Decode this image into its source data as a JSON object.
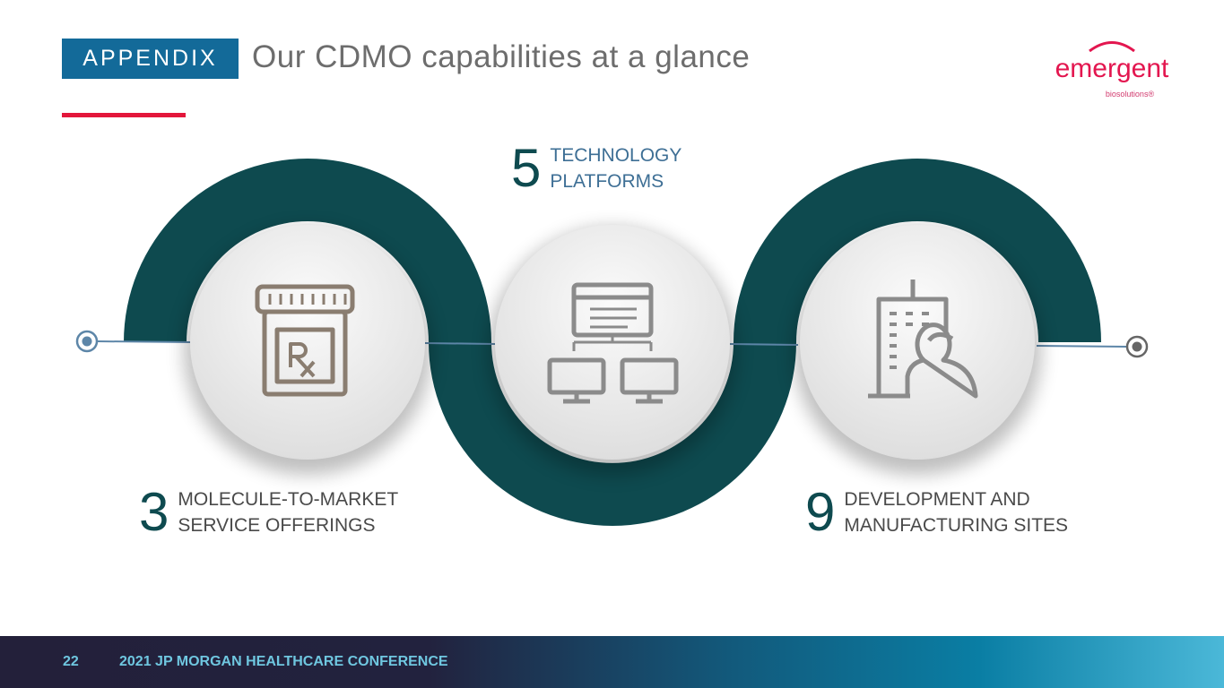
{
  "header": {
    "tag": "APPENDIX",
    "title": "Our CDMO capabilities at a glance"
  },
  "logo": {
    "word": "emergent",
    "sub": "biosolutions®"
  },
  "stats": [
    {
      "number": "3",
      "line1": "MOLECULE-TO-MARKET",
      "line2": "SERVICE OFFERINGS",
      "icon": "prescription-bottle-icon"
    },
    {
      "number": "5",
      "line1": "TECHNOLOGY",
      "line2": "PLATFORMS",
      "icon": "network-computers-icon"
    },
    {
      "number": "9",
      "line1": "DEVELOPMENT AND",
      "line2": "MANUFACTURING SITES",
      "icon": "building-person-icon"
    }
  ],
  "footer": {
    "page": "22",
    "text": "2021 JP MORGAN HEALTHCARE CONFERENCE"
  },
  "colors": {
    "ring": "#0e4a4f",
    "accent_blue": "#136a99",
    "red": "#e3163b"
  }
}
